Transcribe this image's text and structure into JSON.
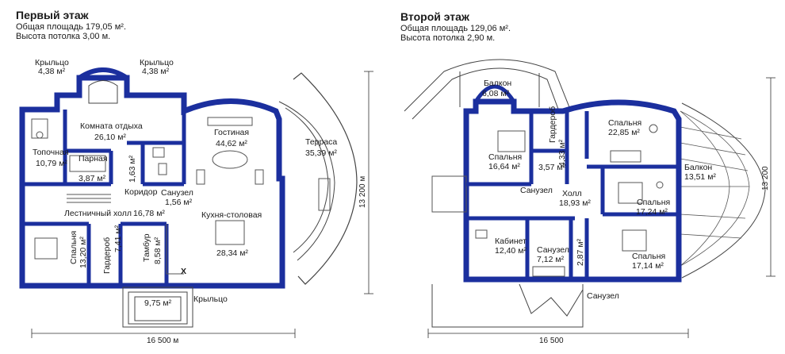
{
  "floor1": {
    "title": "Первый этаж",
    "area": "Общая площадь 179,05 м².",
    "height": "Высота потолка 3,00 м.",
    "rooms": {
      "porch_l": "Крыльцо",
      "porch_l_a": "4,38 м²",
      "porch_r": "Крыльцо",
      "porch_r_a": "4,38 м²",
      "rest": "Комната отдыха",
      "rest_a": "26,10 м²",
      "furnace": "Топочная",
      "furnace_a": "10,79 м²",
      "sauna": "Парная",
      "sauna_a": "3,87 м²",
      "small_a": "1,63 м²",
      "corridor": "Коридор",
      "wc": "Санузел",
      "wc_a": "1,56 м²",
      "living": "Гостиная",
      "living_a": "44,62 м²",
      "terrace": "Терраса",
      "terrace_a": "35,39 м²",
      "stair_hall": "Лестничный холл",
      "stair_hall_a": "16,78 м²",
      "kitchen": "Кухня-столовая",
      "kitchen_a": "28,34 м²",
      "bedroom": "Спальня",
      "bedroom_a": "13,20 м²",
      "wardrobe": "Гардероб",
      "wardrobe_a": "7,41 м²",
      "vestibule": "Тамбур",
      "vestibule_a": "8,58 м²",
      "x_mark": "X",
      "porch_front_a": "9,75 м²",
      "porch_front": "Крыльцо"
    },
    "dim_w": "16 500 м",
    "dim_h": "13 200 м"
  },
  "floor2": {
    "title": "Второй этаж",
    "area": "Общая площадь 129,06 м².",
    "height": "Высота потолка 2,90 м.",
    "rooms": {
      "balcony_top": "Балкон",
      "balcony_top_a": "6,08 м²",
      "bedroom1": "Спальня",
      "bedroom1_a": "16,64 м²",
      "wardrobe": "Гардероб",
      "wardrobe_a": "4,33 м²",
      "small_a": "3,57 м²",
      "bedroom2": "Спальня",
      "bedroom2_a": "22,85 м²",
      "balcony_r": "Балкон",
      "balcony_r_a": "13,51 м²",
      "wc1": "Санузел",
      "hall": "Холл",
      "hall_a": "18,93 м²",
      "bedroom3": "Спальня",
      "bedroom3_a": "17,24 м²",
      "office": "Кабинет",
      "office_a": "12,40 м²",
      "wc2": "Санузел",
      "wc2_a": "7,12 м²",
      "small2_a": "2,87 м²",
      "bedroom4": "Спальня",
      "bedroom4_a": "17,14 м²",
      "wc3": "Санузел"
    },
    "dim_w": "16 500",
    "dim_h": "13 200"
  }
}
